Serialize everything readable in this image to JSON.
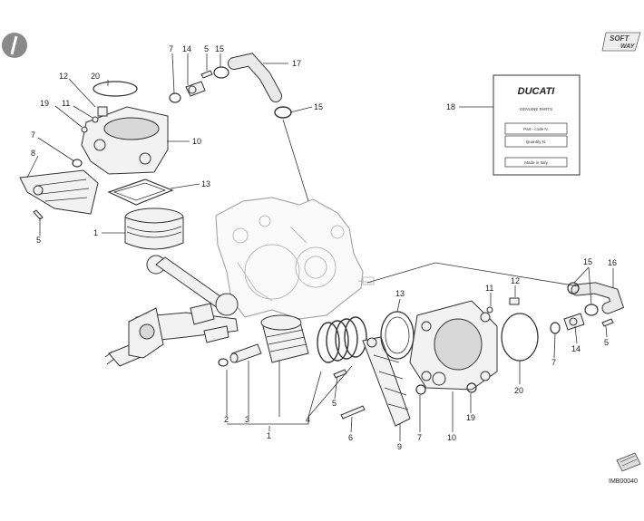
{
  "labels": {
    "l1a": "1",
    "l1b": "1",
    "l2": "2",
    "l3": "3",
    "l4": "4",
    "l5a": "5",
    "l5b": "5",
    "l5c": "5",
    "l5d": "5",
    "l6": "6",
    "l7a": "7",
    "l7b": "7",
    "l7c": "7",
    "l7d": "7",
    "l8": "8",
    "l9": "9",
    "l10a": "10",
    "l10b": "10",
    "l11a": "11",
    "l11b": "11",
    "l12a": "12",
    "l12b": "12",
    "l13a": "13",
    "l13b": "13",
    "l14a": "14",
    "l14b": "14",
    "l15a": "15",
    "l15b": "15",
    "l15c": "15",
    "l16": "16",
    "l17": "17",
    "l18": "18",
    "l19a": "19",
    "l19b": "19",
    "l20a": "20",
    "l20b": "20"
  },
  "label_card": {
    "brand": "DUCATI",
    "heading": "GENUINE PARTS",
    "part_code": "Part - code N.",
    "quantity": "Quantity N.",
    "made_in": "Made in Italy"
  },
  "logo": {
    "line1": "SOFT",
    "line2": "WAY"
  },
  "drawing_code": "IMB00040",
  "colors": {
    "line": "#333333",
    "ghost": "#aaaaaa",
    "badge": "#8a8a8a"
  }
}
